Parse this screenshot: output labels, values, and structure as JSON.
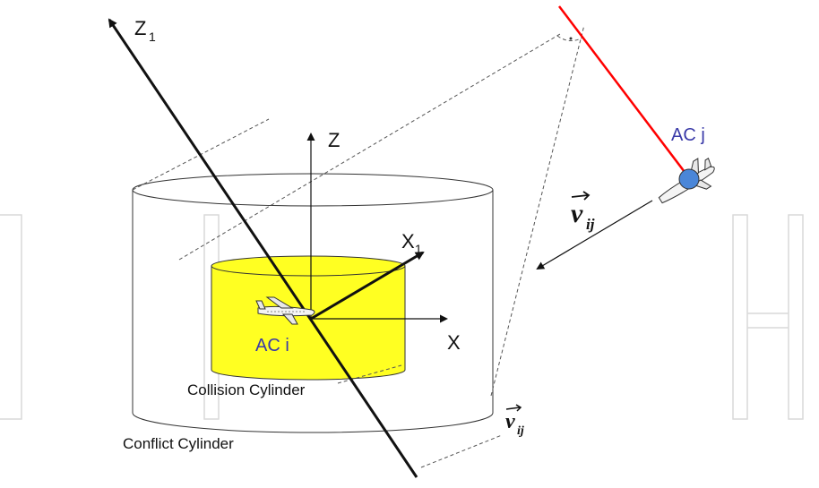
{
  "labels": {
    "z1_main": "Z",
    "z1_sub": "1",
    "z_axis": "Z",
    "x1_main": "X",
    "x1_sub": "1",
    "x_axis": "X",
    "ac_j": "AC j",
    "ac_i": "AC i",
    "collision_cylinder": "Collision Cylinder",
    "conflict_cylinder": "Conflict Cylinder",
    "v_main": "v",
    "v_sub": "ij"
  },
  "colors": {
    "red_line": "#ff0000",
    "ac_marker": "#4a86d8",
    "collision_fill": "#ffff22",
    "ac_label": "#3a3aa8",
    "watermark": "#d9d9d9"
  },
  "icons": {
    "aircraft_i": "aircraft-icon",
    "aircraft_j": "aircraft-icon"
  }
}
